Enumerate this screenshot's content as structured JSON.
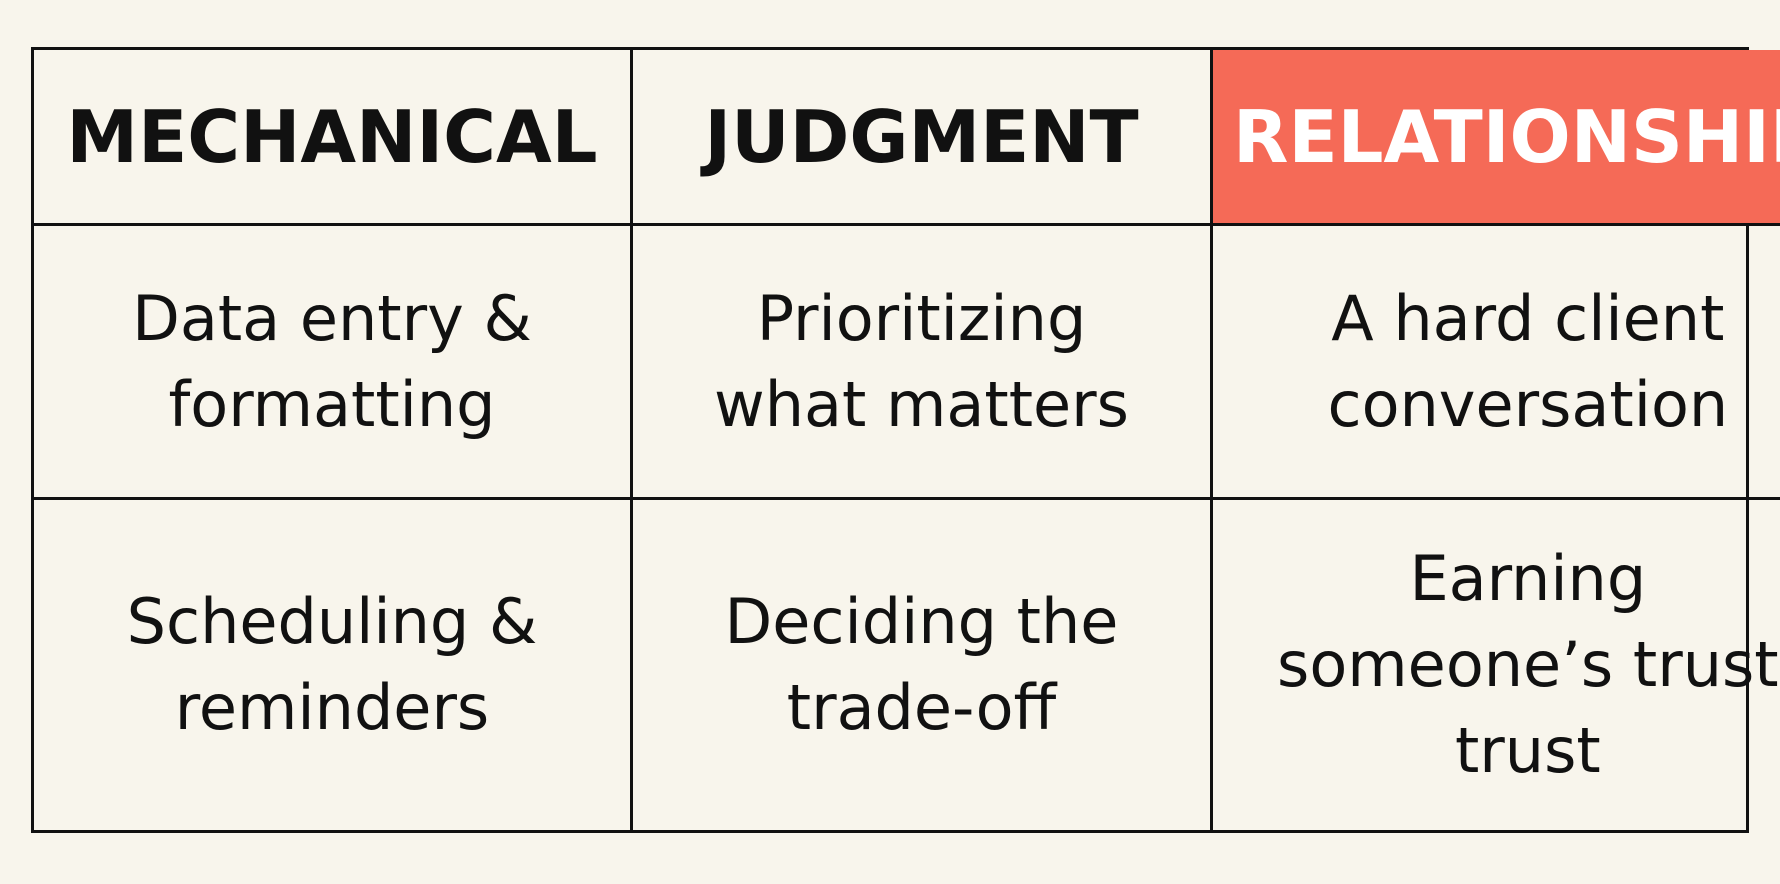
{
  "colors": {
    "background": "#f8f5ec",
    "border": "#111111",
    "text": "#111111",
    "accent_header_bg": "#f56a57",
    "accent_header_text": "#ffffff"
  },
  "table": {
    "headers": [
      "MECHANICAL",
      "JUDGMENT",
      "RELATIONSHIP"
    ],
    "highlighted_header_index": 2,
    "rows": [
      [
        [
          "Data entry &",
          "formatting"
        ],
        [
          "Prioritizing",
          "what matters"
        ],
        [
          "A hard client",
          "conversation"
        ]
      ],
      [
        [
          "Scheduling &",
          "reminders"
        ],
        [
          "Deciding the",
          "trade-off"
        ],
        [
          "Earning",
          "someone’s trust",
          "trust"
        ]
      ]
    ]
  }
}
